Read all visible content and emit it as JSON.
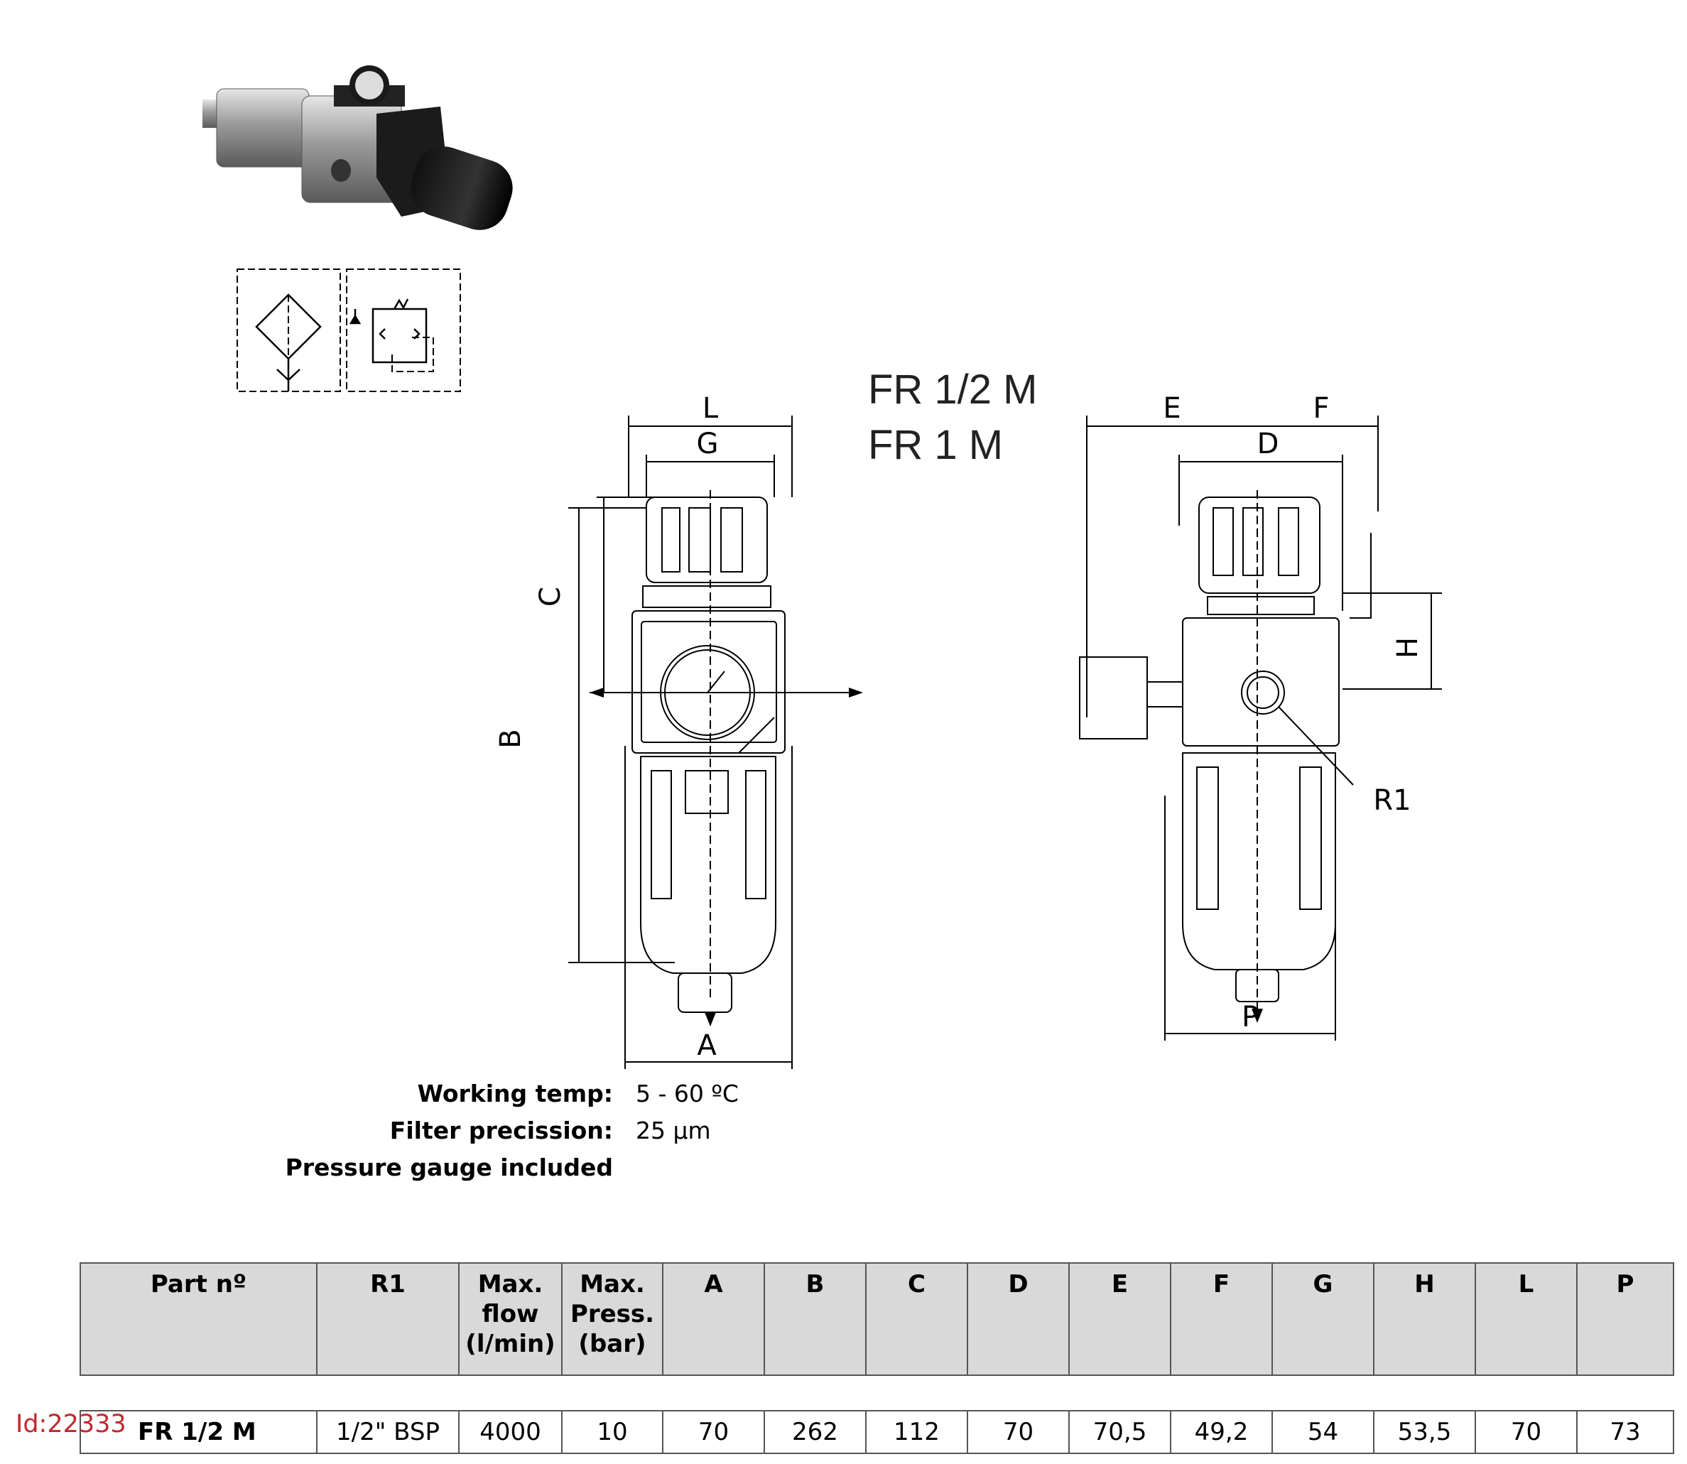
{
  "models": [
    "FR 1/2 M",
    "FR 1 M"
  ],
  "specs": [
    {
      "label": "Working temp:",
      "value": "5 - 60 ºC"
    },
    {
      "label": "Filter precission:",
      "value": "25 µm"
    },
    {
      "label": "Pressure gauge included",
      "value": ""
    }
  ],
  "drawing": {
    "front_dims": [
      "L",
      "G",
      "C",
      "B",
      "A"
    ],
    "side_dims": [
      "E",
      "F",
      "D",
      "H",
      "R1",
      "P"
    ]
  },
  "table": {
    "headers": [
      [
        "Part nº"
      ],
      [
        "R1"
      ],
      [
        "Max.",
        "flow",
        "(l/min)"
      ],
      [
        "Max.",
        "Press.",
        "(bar)"
      ],
      [
        "A"
      ],
      [
        "B"
      ],
      [
        "C"
      ],
      [
        "D"
      ],
      [
        "E"
      ],
      [
        "F"
      ],
      [
        "G"
      ],
      [
        "H"
      ],
      [
        "L"
      ],
      [
        "P"
      ]
    ],
    "rows": [
      {
        "id": "Id:22333",
        "cells": [
          "FR 1/2 M",
          "1/2\" BSP",
          "4000",
          "10",
          "70",
          "262",
          "112",
          "70",
          "70,5",
          "49,2",
          "54",
          "53,5",
          "70",
          "73"
        ]
      }
    ]
  },
  "colors": {
    "id_text": "#c0282d",
    "header_bg": "#d9d9d9"
  }
}
